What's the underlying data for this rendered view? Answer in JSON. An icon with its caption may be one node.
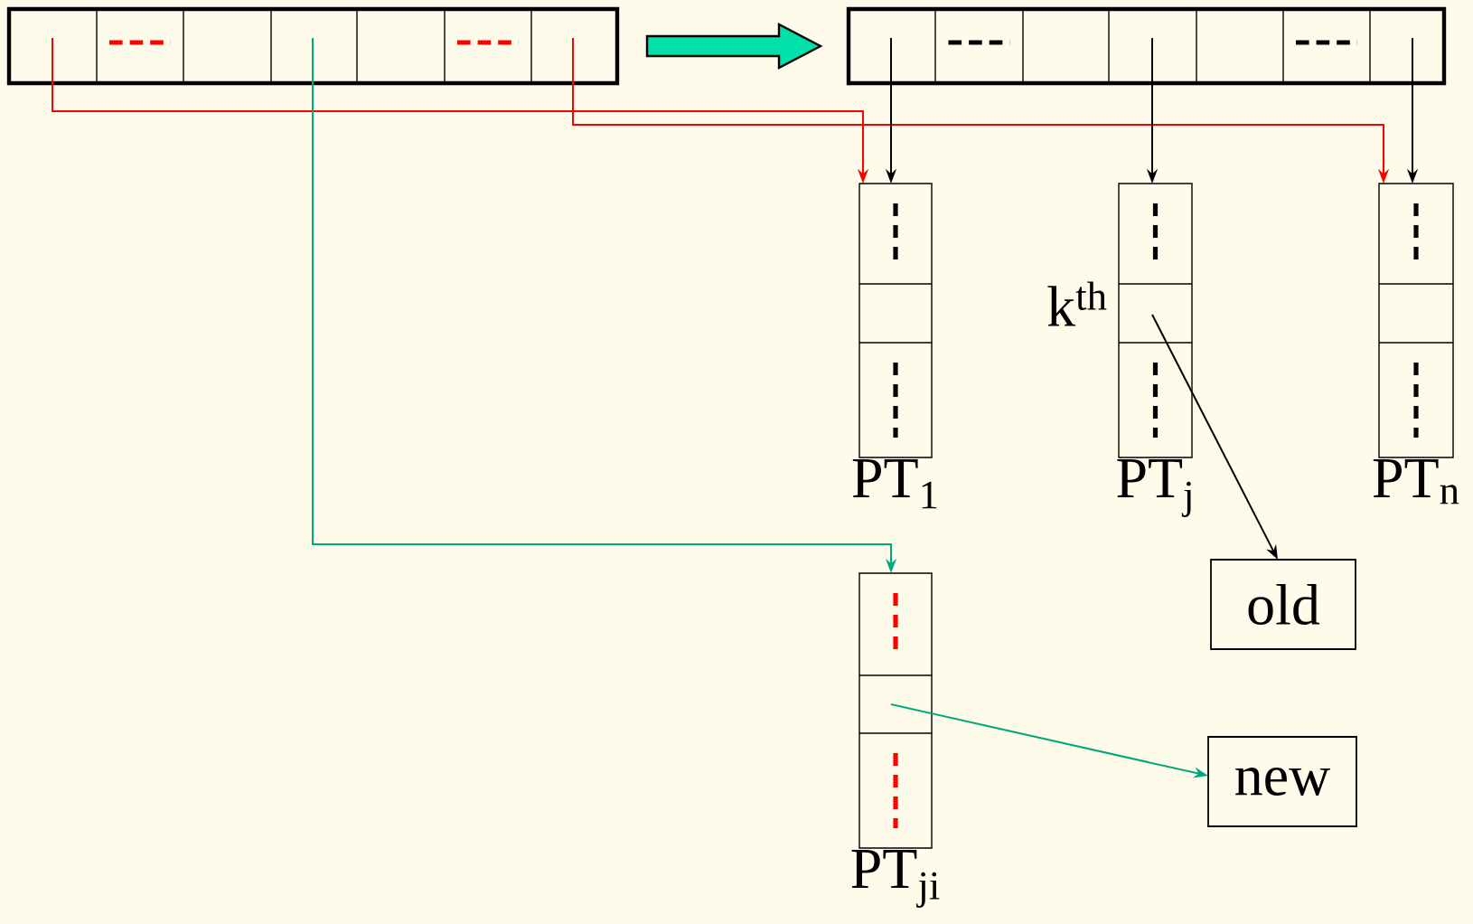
{
  "diagram": {
    "nodes": [
      {
        "text": [],
        "shape": "box"
      },
      {
        "text": [],
        "shape": "box"
      },
      {
        "text": [
          "PT$_{1}$"
        ]
      },
      {
        "text": [
          "PT$_{j}$"
        ],
        "beside": [
          "k$^{th}$"
        ]
      },
      {
        "text": [
          "PT$_{n}$"
        ]
      },
      {
        "text": [
          "PT$_{ji}$"
        ]
      },
      {
        "text": [
          "old"
        ]
      },
      {
        "text": [
          "new"
        ]
      }
    ],
    "edges": [
      {
        "from": 0,
        "to": 1,
        "arrow": "to",
        "style": "thick",
        "color": "#00e0a8"
      },
      {
        "from": 0,
        "to": 2,
        "arrow": "to",
        "color": "#ff0000"
      },
      {
        "from": 0,
        "to": 4,
        "arrow": "to",
        "color": "#ff0000"
      },
      {
        "from": 0,
        "to": 5,
        "arrow": "to",
        "color": "#00a87e"
      },
      {
        "from": 1,
        "to": 2,
        "arrow": "to"
      },
      {
        "from": 1,
        "to": 3,
        "arrow": "to"
      },
      {
        "from": 1,
        "to": 4,
        "arrow": "to"
      },
      {
        "from": 3,
        "to": 6,
        "arrow": "to"
      },
      {
        "from": 5,
        "to": 7,
        "arrow": "to",
        "color": "#00a87e"
      }
    ]
  }
}
